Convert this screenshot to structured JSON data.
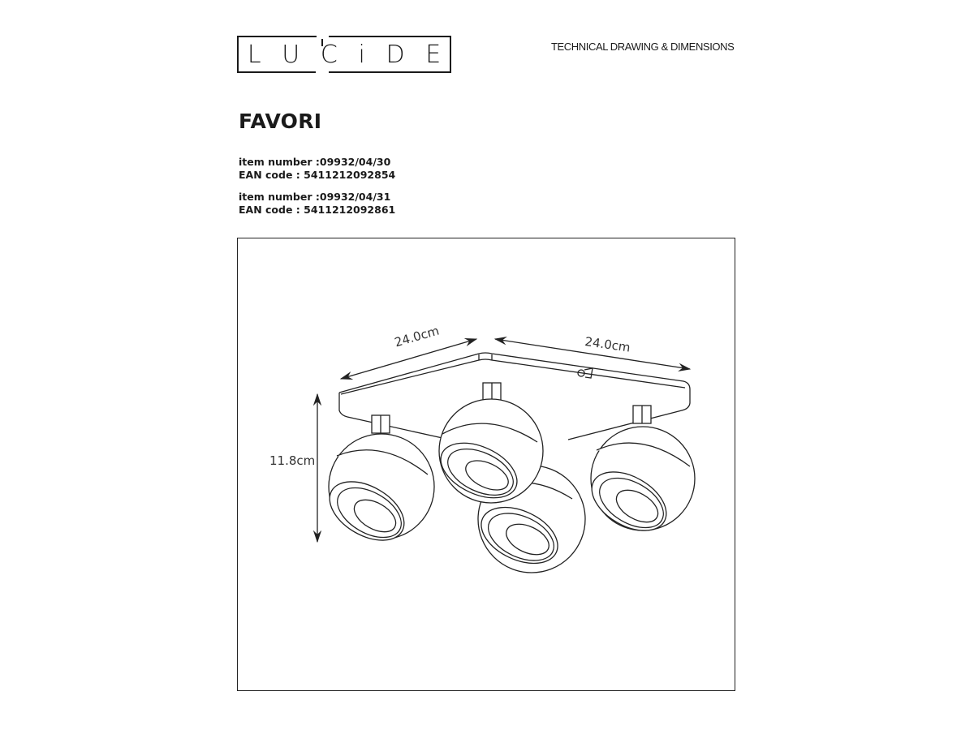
{
  "logo": {
    "brand": "LUCIDE",
    "letters": [
      "L",
      "U",
      "C",
      "i",
      "D",
      "E"
    ]
  },
  "header": {
    "title": "TECHNICAL DRAWING & DIMENSIONS"
  },
  "product": {
    "name": "FAVORI",
    "variants": [
      {
        "item_number": "item number :09932/04/30",
        "ean": "EAN code : 5411212092854"
      },
      {
        "item_number": "item number :09932/04/31",
        "ean": "EAN code : 5411212092861"
      }
    ]
  },
  "dimensions": {
    "width_left": "24.0cm",
    "width_right": "24.0cm",
    "height": "11.8cm"
  }
}
